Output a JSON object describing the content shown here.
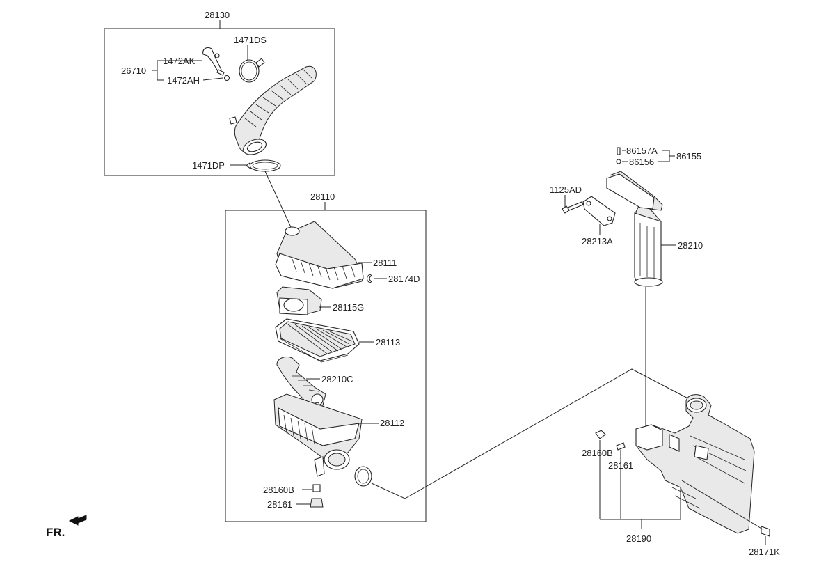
{
  "labels": {
    "group_28130": "28130",
    "p1471DS": "1471DS",
    "p1472AK": "1472AK",
    "p26710": "26710",
    "p1472AH": "1472AH",
    "p1471DP": "1471DP",
    "group_28110": "28110",
    "p28111": "28111",
    "p28174D": "28174D",
    "p28115G": "28115G",
    "p28113": "28113",
    "p28210C": "28210C",
    "p28112": "28112",
    "p28160B_left": "28160B",
    "p28161_left": "28161",
    "p86157A": "86157A",
    "p86156": "86156",
    "p86155": "86155",
    "p1125AD": "1125AD",
    "p28213A": "28213A",
    "p28210": "28210",
    "p28160B_right": "28160B",
    "p28161_right": "28161",
    "p28190": "28190",
    "p28171K": "28171K",
    "fr": "FR."
  }
}
